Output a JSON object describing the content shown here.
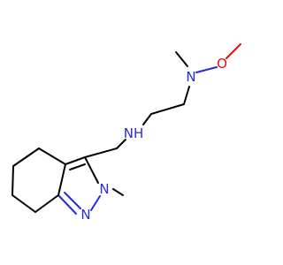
{
  "molecule": {
    "atoms": [
      {
        "id": "N_amine",
        "label": "N"
      },
      {
        "id": "O_methoxy",
        "label": "O"
      },
      {
        "id": "NH",
        "label": "NH"
      },
      {
        "id": "N2_ring",
        "label": "N"
      },
      {
        "id": "N1_ring",
        "label": "N"
      }
    ]
  },
  "colors": {
    "nitrogen": "#2a2ad8",
    "oxygen": "#e01010",
    "carbon_bond": "#000000",
    "background": "#ffffff"
  }
}
